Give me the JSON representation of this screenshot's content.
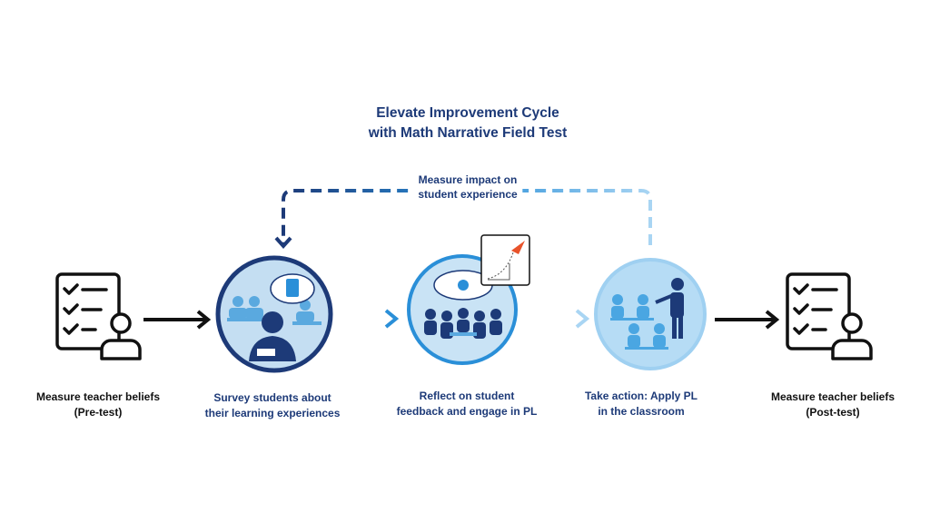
{
  "title": {
    "line1": "Elevate Improvement Cycle",
    "line2": "with Math Narrative Field Test"
  },
  "loop_label": {
    "line1": "Measure impact on",
    "line2": "student experience"
  },
  "steps": [
    {
      "line1": "Measure teacher beliefs",
      "line2": "(Pre-test)",
      "icon": "checklist-person-icon"
    },
    {
      "line1": "Survey students about",
      "line2": "their learning experiences",
      "icon": "classroom-survey-icon"
    },
    {
      "line1": "Reflect on student",
      "line2": "feedback and engage in PL",
      "icon": "team-meeting-icon"
    },
    {
      "line1": "Take action: Apply PL",
      "line2": "in the classroom",
      "icon": "teacher-classroom-icon"
    },
    {
      "line1": "Measure teacher beliefs",
      "line2": "(Post-test)",
      "icon": "checklist-person-icon"
    }
  ],
  "colors": {
    "navy": "#1d3a78",
    "mid_blue": "#2a8fd8",
    "light_blue": "#a9d5f3",
    "black": "#111111"
  }
}
